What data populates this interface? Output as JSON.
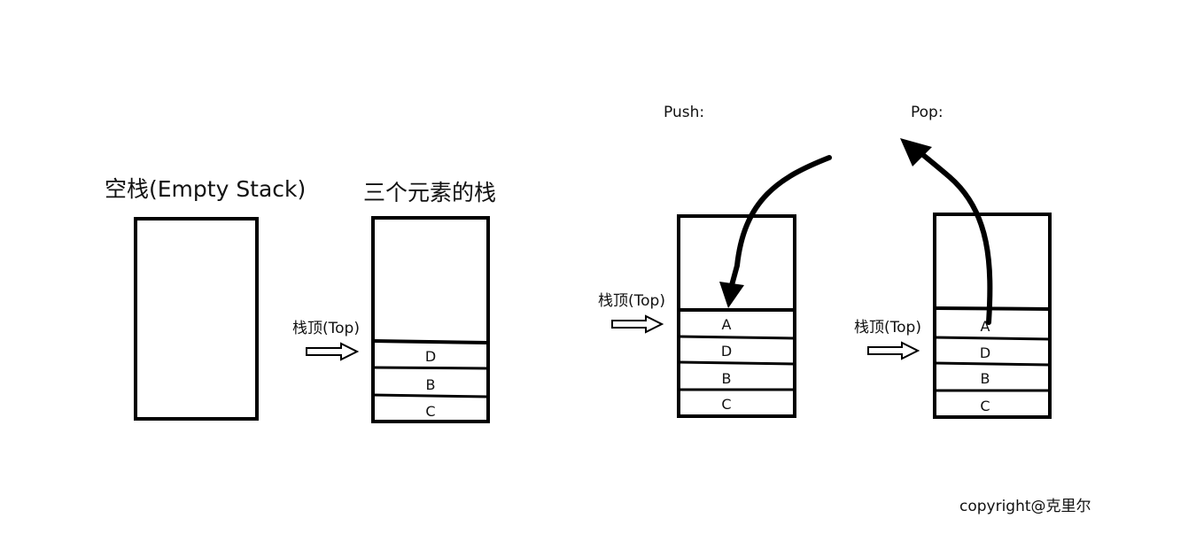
{
  "labels": {
    "empty_stack_title": "空栈(Empty Stack)",
    "three_elements_title": "三个元素的栈",
    "push_label": "Push:",
    "pop_label": "Pop:",
    "top_pointer": "栈顶(Top)",
    "copyright": "copyright@克里尔"
  },
  "stacks": {
    "three": [
      "D",
      "B",
      "C"
    ],
    "push": [
      "A",
      "D",
      "B",
      "C"
    ],
    "pop": [
      "A",
      "D",
      "B",
      "C"
    ]
  }
}
